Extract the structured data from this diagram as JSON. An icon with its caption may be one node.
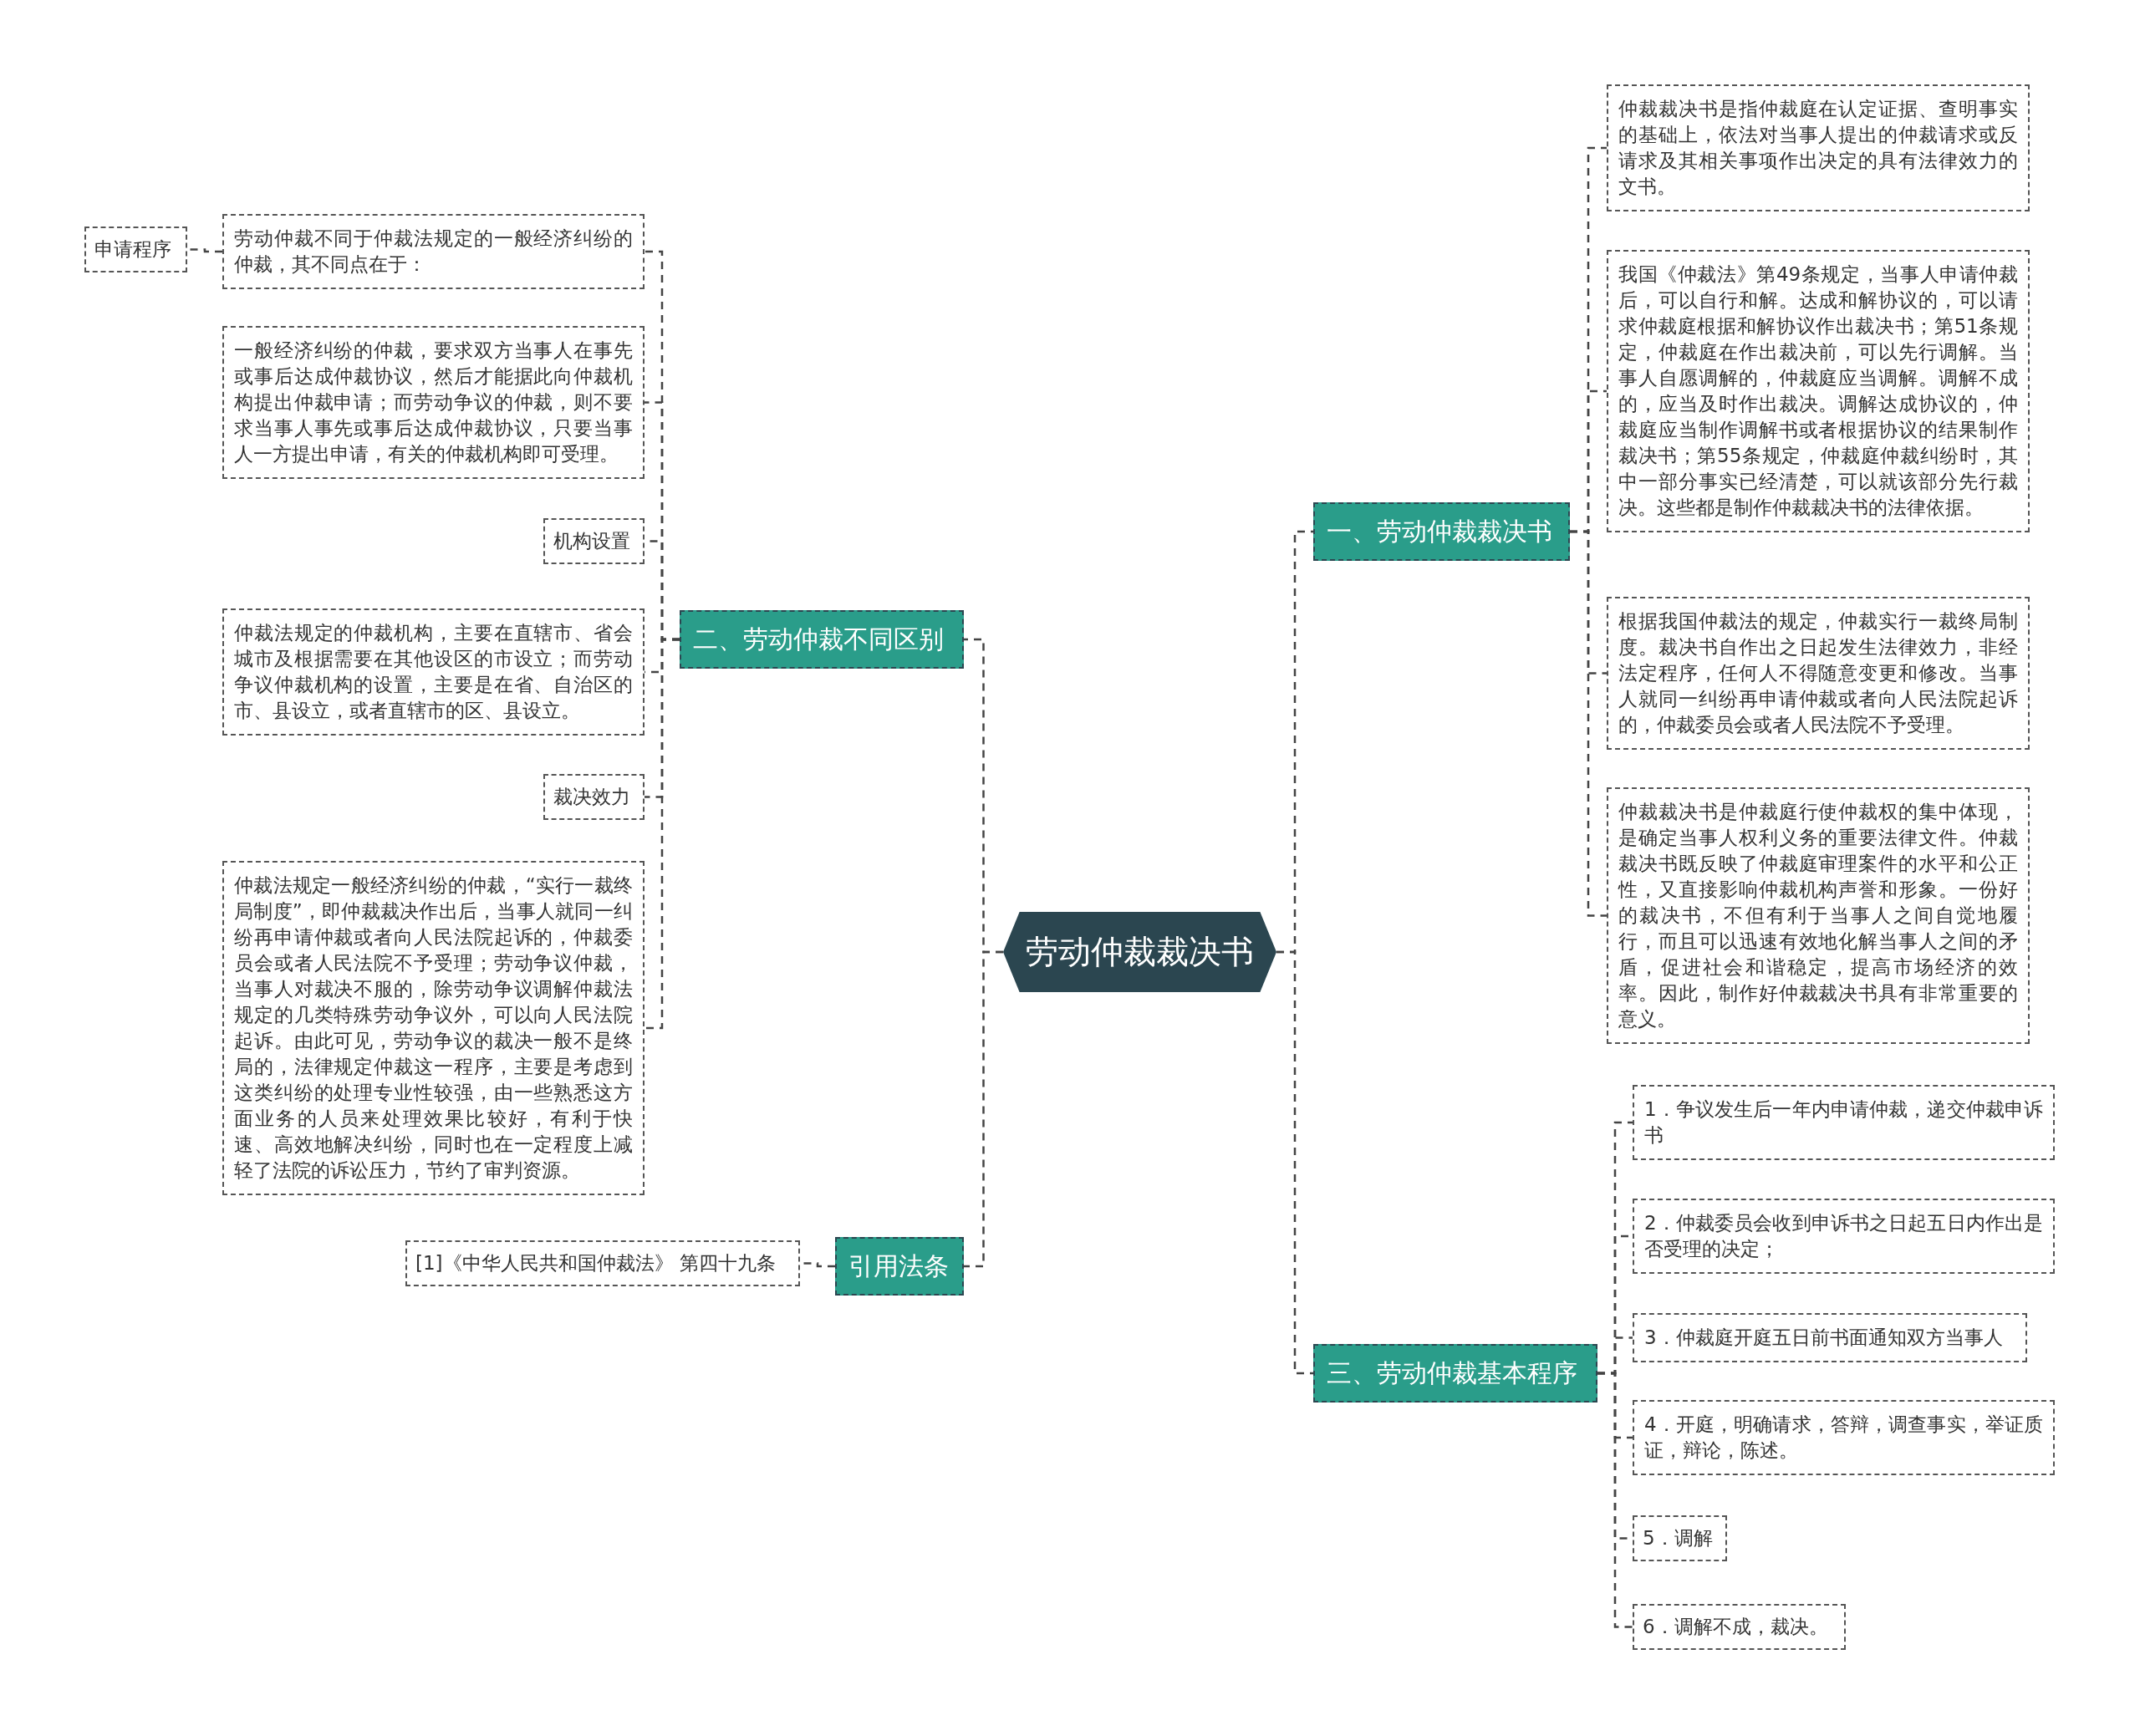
{
  "diagram": {
    "nodes": [
      {
        "text": [
          "劳动仲裁裁决书"
        ]
      },
      {
        "text": [
          "一、劳动仲裁裁决书"
        ]
      },
      {
        "text": [
          "仲裁裁决书是指仲裁庭在认定证据、查明事实的基础上，依法对当事人提出的仲裁请求或反请求及其相关事项作出决定的具有法律效力的文书。"
        ]
      },
      {
        "text": [
          "我国《仲裁法》第49条规定，当事人申请仲裁后，可以自行和解。达成和解协议的，可以请求仲裁庭根据和解协议作出裁决书；第51条规定，仲裁庭在作出裁决前，可以先行调解。当事人自愿调解的，仲裁庭应当调解。调解不成的，应当及时作出裁决。调解达成协议的，仲裁庭应当制作调解书或者根据协议的结果制作裁决书；第55条规定，仲裁庭仲裁纠纷时，其中一部分事实已经清楚，可以就该部分先行裁决。这些都是制作仲裁裁决书的法律依据。"
        ]
      },
      {
        "text": [
          "根据我国仲裁法的规定，仲裁实行一裁终局制度。裁决书自作出之日起发生法律效力，非经法定程序，任何人不得随意变更和修改。当事人就同一纠纷再申请仲裁或者向人民法院起诉的，仲裁委员会或者人民法院不予受理。"
        ]
      },
      {
        "text": [
          "仲裁裁决书是仲裁庭行使仲裁权的集中体现，是确定当事人权利义务的重要法律文件。仲裁裁决书既反映了仲裁庭审理案件的水平和公正性，又直接影响仲裁机构声誉和形象。一份好的裁决书，不但有利于当事人之间自觉地履行，而且可以迅速有效地化解当事人之间的矛盾，促进社会和谐稳定，提高市场经济的效率。因此，制作好仲裁裁决书具有非常重要的意义。"
        ]
      },
      {
        "text": [
          "三、劳动仲裁基本程序"
        ]
      },
      {
        "text": [
          "1．争议发生后一年内申请仲裁，递交仲裁申诉书"
        ]
      },
      {
        "text": [
          "2．仲裁委员会收到申诉书之日起五日内作出是否受理的决定；"
        ]
      },
      {
        "text": [
          "3．仲裁庭开庭五日前书面通知双方当事人"
        ]
      },
      {
        "text": [
          "4．开庭，明确请求，答辩，调查事实，举证质证，辩论，陈述。"
        ]
      },
      {
        "text": [
          "5．调解"
        ]
      },
      {
        "text": [
          "6．调解不成，裁决。"
        ]
      },
      {
        "text": [
          "二、劳动仲裁不同区别"
        ]
      },
      {
        "text": [
          "劳动仲裁不同于仲裁法规定的一般经济纠纷的仲裁，其不同点在于："
        ]
      },
      {
        "text": [
          "申请程序"
        ]
      },
      {
        "text": [
          "一般经济纠纷的仲裁，要求双方当事人在事先或事后达成仲裁协议，然后才能据此向仲裁机构提出仲裁申请；而劳动争议的仲裁，则不要求当事人事先或事后达成仲裁协议，只要当事人一方提出申请，有关的仲裁机构即可受理。"
        ]
      },
      {
        "text": [
          "机构设置"
        ]
      },
      {
        "text": [
          "仲裁法规定的仲裁机构，主要在直辖市、省会城市及根据需要在其他设区的市设立；而劳动争议仲裁机构的设置，主要是在省、自治区的市、县设立，或者直辖市的区、县设立。"
        ]
      },
      {
        "text": [
          "裁决效力"
        ]
      },
      {
        "text": [
          "仲裁法规定一般经济纠纷的仲裁，“实行一裁终局制度”，即仲裁裁决作出后，当事人就同一纠纷再申请仲裁或者向人民法院起诉的，仲裁委员会或者人民法院不予受理；劳动争议仲裁，当事人对裁决不服的，除劳动争议调解仲裁法规定的几类特殊劳动争议外，可以向人民法院起诉。由此可见，劳动争议的裁决一般不是终局的，法律规定仲裁这一程序，主要是考虑到这类纠纷的处理专业性较强，由一些熟悉这方面业务的人员来处理效果比较好，有利于快速、高效地解决纠纷，同时也在一定程度上减轻了法院的诉讼压力，节约了审判资源。"
        ]
      },
      {
        "text": [
          "引用法条"
        ]
      },
      {
        "text": [
          "[1]《中华人民共和国仲裁法》 第四十九条"
        ]
      }
    ],
    "edges": [
      {
        "from": 0,
        "to": 1,
        "arrow": "none"
      },
      {
        "from": 1,
        "to": 2,
        "arrow": "none"
      },
      {
        "from": 1,
        "to": 3,
        "arrow": "none"
      },
      {
        "from": 1,
        "to": 4,
        "arrow": "none"
      },
      {
        "from": 1,
        "to": 5,
        "arrow": "none"
      },
      {
        "from": 0,
        "to": 6,
        "arrow": "none"
      },
      {
        "from": 6,
        "to": 7,
        "arrow": "none"
      },
      {
        "from": 6,
        "to": 8,
        "arrow": "none"
      },
      {
        "from": 6,
        "to": 9,
        "arrow": "none"
      },
      {
        "from": 6,
        "to": 10,
        "arrow": "none"
      },
      {
        "from": 6,
        "to": 11,
        "arrow": "none"
      },
      {
        "from": 6,
        "to": 12,
        "arrow": "none"
      },
      {
        "from": 0,
        "to": 13,
        "arrow": "none"
      },
      {
        "from": 13,
        "to": 14,
        "arrow": "none"
      },
      {
        "from": 14,
        "to": 15,
        "arrow": "none"
      },
      {
        "from": 13,
        "to": 16,
        "arrow": "none"
      },
      {
        "from": 13,
        "to": 17,
        "arrow": "none"
      },
      {
        "from": 13,
        "to": 18,
        "arrow": "none"
      },
      {
        "from": 13,
        "to": 19,
        "arrow": "none"
      },
      {
        "from": 13,
        "to": 20,
        "arrow": "none"
      },
      {
        "from": 0,
        "to": 21,
        "arrow": "none"
      },
      {
        "from": 21,
        "to": 22,
        "arrow": "none"
      }
    ]
  }
}
